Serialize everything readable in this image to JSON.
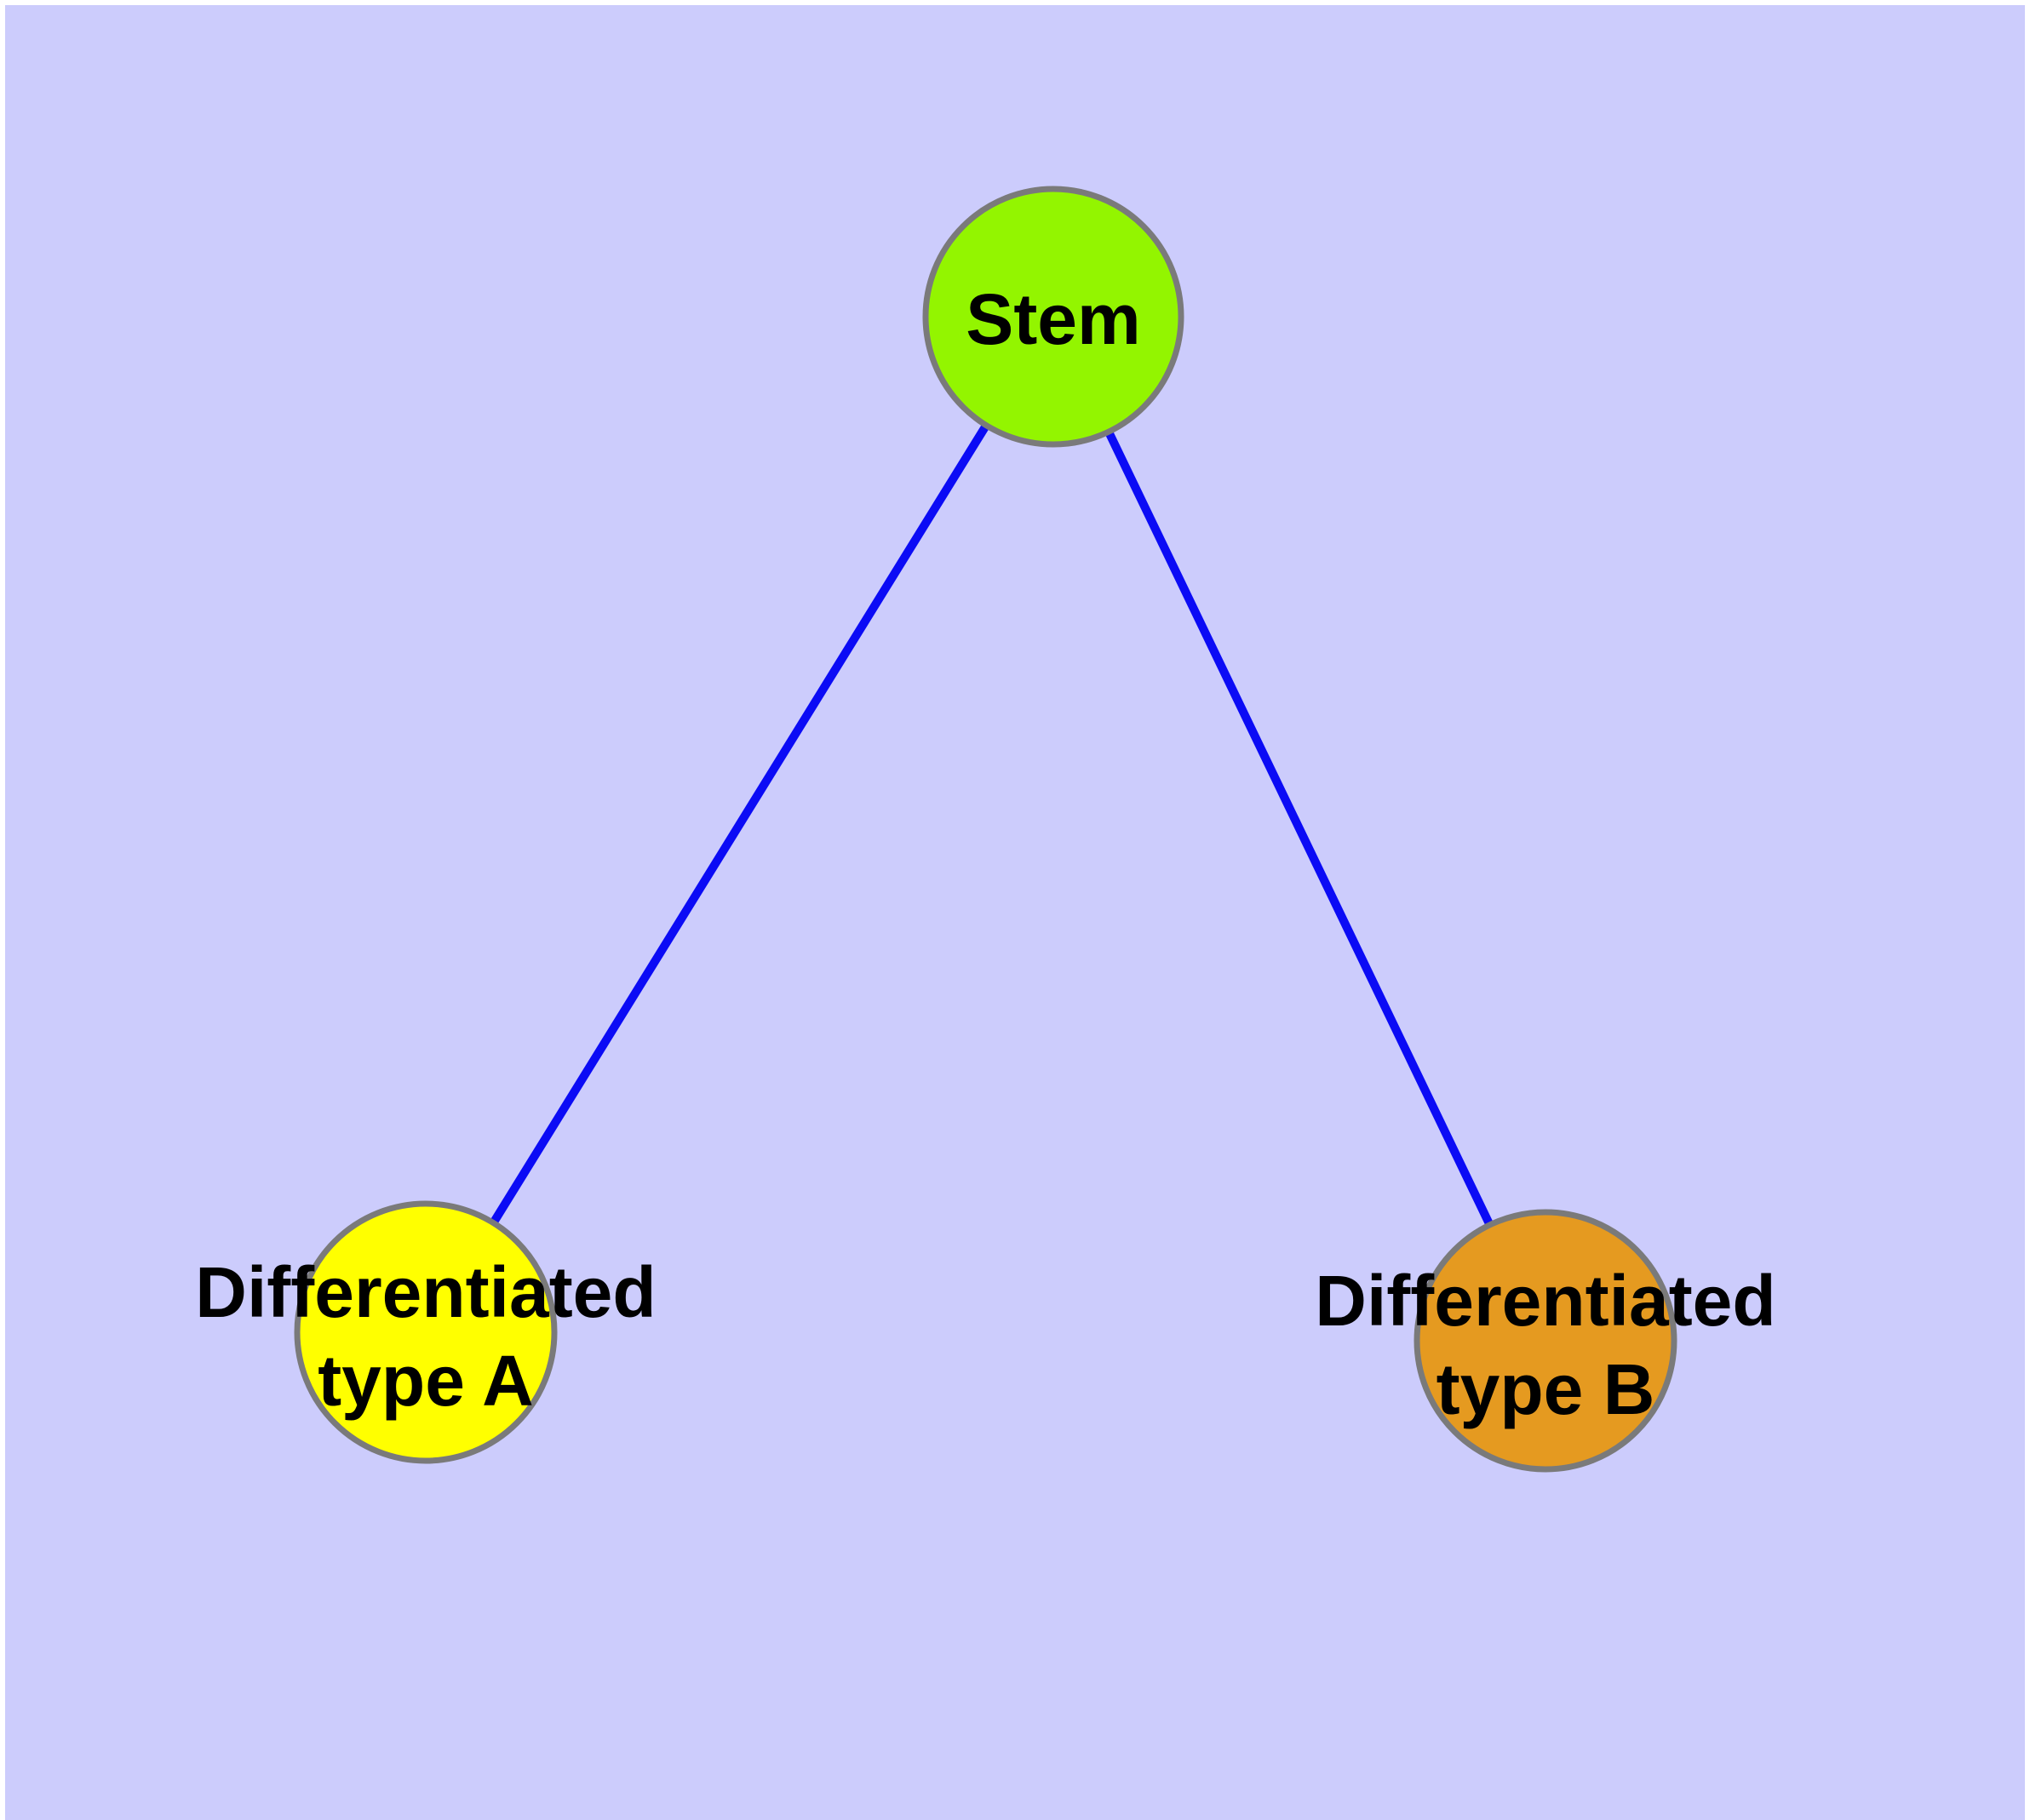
{
  "diagram": {
    "type": "graph",
    "background_color": "#CCCCFC",
    "margin_color": "#FFFFFF",
    "edge_color": "#0B0BF5",
    "node_border_color": "#7A7A7A",
    "text_color": "#000000",
    "nodes": {
      "stem": {
        "label": "Stem",
        "fill": "#93F500"
      },
      "type_a": {
        "label_line1": "Differentiated",
        "label_line2": "type A",
        "label_full": "Differentiated type A",
        "fill": "#FFFF00"
      },
      "type_b": {
        "label_line1": "Differentiated",
        "label_line2": "type B",
        "label_full": "Differentiated type B",
        "fill": "#E59A20"
      }
    },
    "edges": [
      {
        "from": "Stem",
        "to": "Differentiated type A"
      },
      {
        "from": "Stem",
        "to": "Differentiated type B"
      }
    ]
  }
}
